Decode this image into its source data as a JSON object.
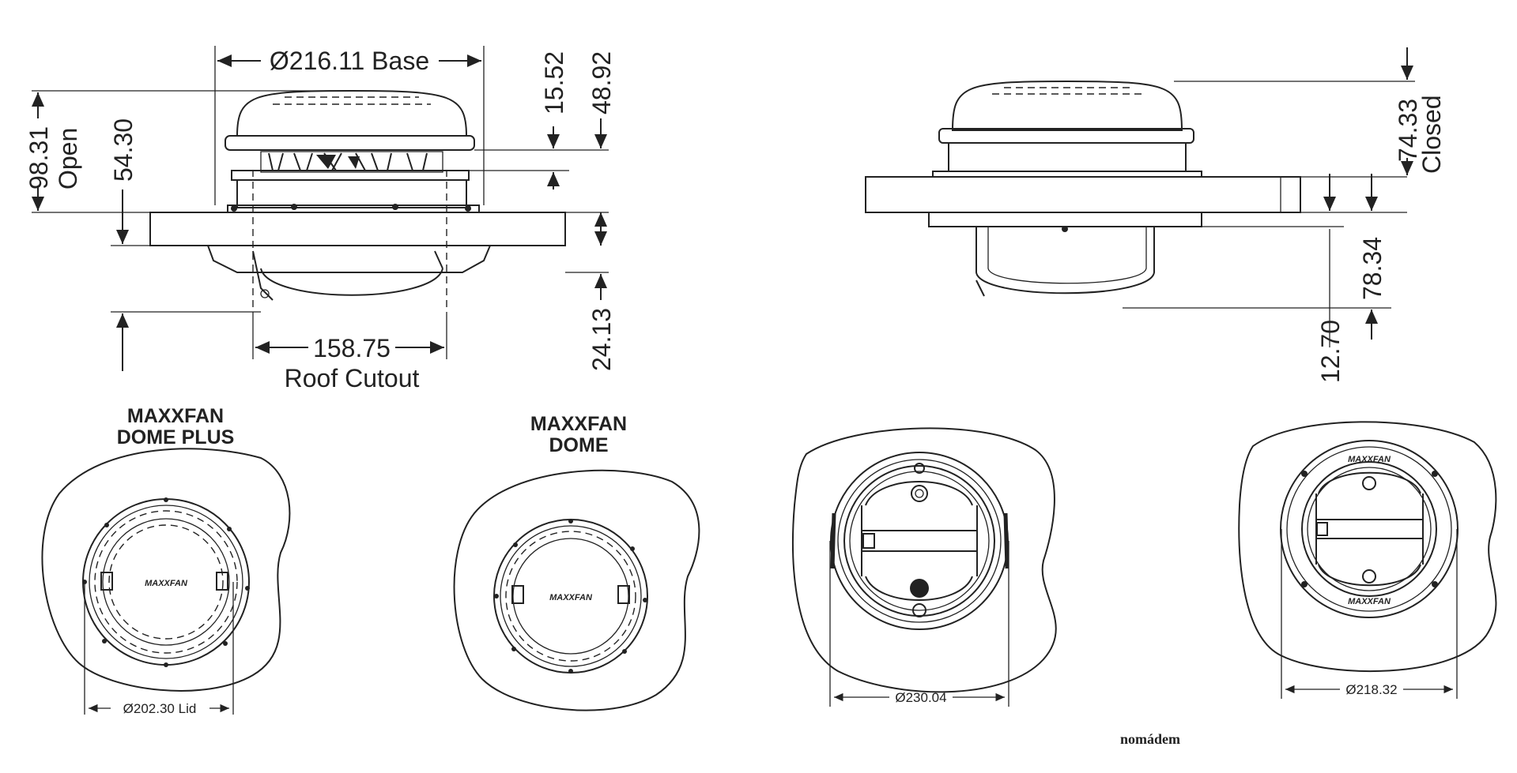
{
  "side_views": {
    "open": {
      "base_diameter": "Ø216.11 Base",
      "lid_height": "15.52",
      "top_height": "48.92",
      "open_height": "98.31",
      "open_label": "Open",
      "height_54": "54.30",
      "bottom_height": "24.13",
      "roof_cutout_value": "158.75",
      "roof_cutout_label": "Roof Cutout"
    },
    "closed": {
      "closed_height": "74.33",
      "closed_label": "Closed",
      "mid_height": "78.34",
      "bottom_height": "12.70"
    }
  },
  "top_views": {
    "dome_plus": {
      "title_line1": "MAXXFAN",
      "title_line2": "DOME PLUS",
      "lid_diameter": "Ø202.30 Lid",
      "logo": "MAXXFAN"
    },
    "dome": {
      "title_line1": "MAXXFAN",
      "title_line2": "DOME",
      "logo": "MAXXFAN"
    },
    "interior_a": {
      "diameter": "Ø230.04"
    },
    "interior_b": {
      "diameter": "Ø218.32",
      "logo": "MAXXFAN"
    }
  },
  "watermark": "nomádem"
}
